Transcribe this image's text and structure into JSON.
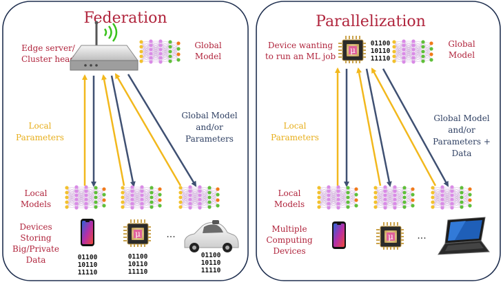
{
  "colors": {
    "title": "#b0243c",
    "upload_arrow": "#f2b81d",
    "download_arrow": "#3f5072",
    "panel_border": "#1f2f4f",
    "nn_input": "#f2c12e",
    "nn_hidden": "#d98be6",
    "nn_output_a": "#5fbf3a",
    "nn_output_b": "#f07a1a"
  },
  "federation": {
    "title": "Federation",
    "server_label": [
      "Edge server/",
      "Cluster head"
    ],
    "server_icon": "router-icon",
    "global_model_label": [
      "Global",
      "Model"
    ],
    "up_label": [
      "Local",
      "Parameters"
    ],
    "down_label": [
      "Global Model",
      "and/or",
      "Parameters"
    ],
    "local_models_label": [
      "Local",
      "Models"
    ],
    "devices_label": [
      "Devices",
      "Storing",
      "Big/Private",
      "Data"
    ],
    "device_icons": [
      "smartphone-icon",
      "microcontroller-icon",
      "self-driving-car-icon"
    ],
    "ellipsis": "...",
    "binary": [
      "01100",
      "10110",
      "11110"
    ]
  },
  "parallelization": {
    "title": "Parallelization",
    "server_label": [
      "Device wanting",
      "to run an ML job"
    ],
    "server_icon": "microcontroller-icon",
    "binary": [
      "01100",
      "10110",
      "11110"
    ],
    "global_model_label": [
      "Global",
      "Model"
    ],
    "up_label": [
      "Local",
      "Parameters"
    ],
    "down_label": [
      "Global Model",
      "and/or",
      "Parameters +",
      "Data"
    ],
    "local_models_label": [
      "Local",
      "Models"
    ],
    "devices_label": [
      "Multiple",
      "Computing",
      "Devices"
    ],
    "device_icons": [
      "smartphone-icon",
      "microcontroller-icon",
      "laptop-icon"
    ],
    "ellipsis": "..."
  },
  "chip_glyph": "μ"
}
